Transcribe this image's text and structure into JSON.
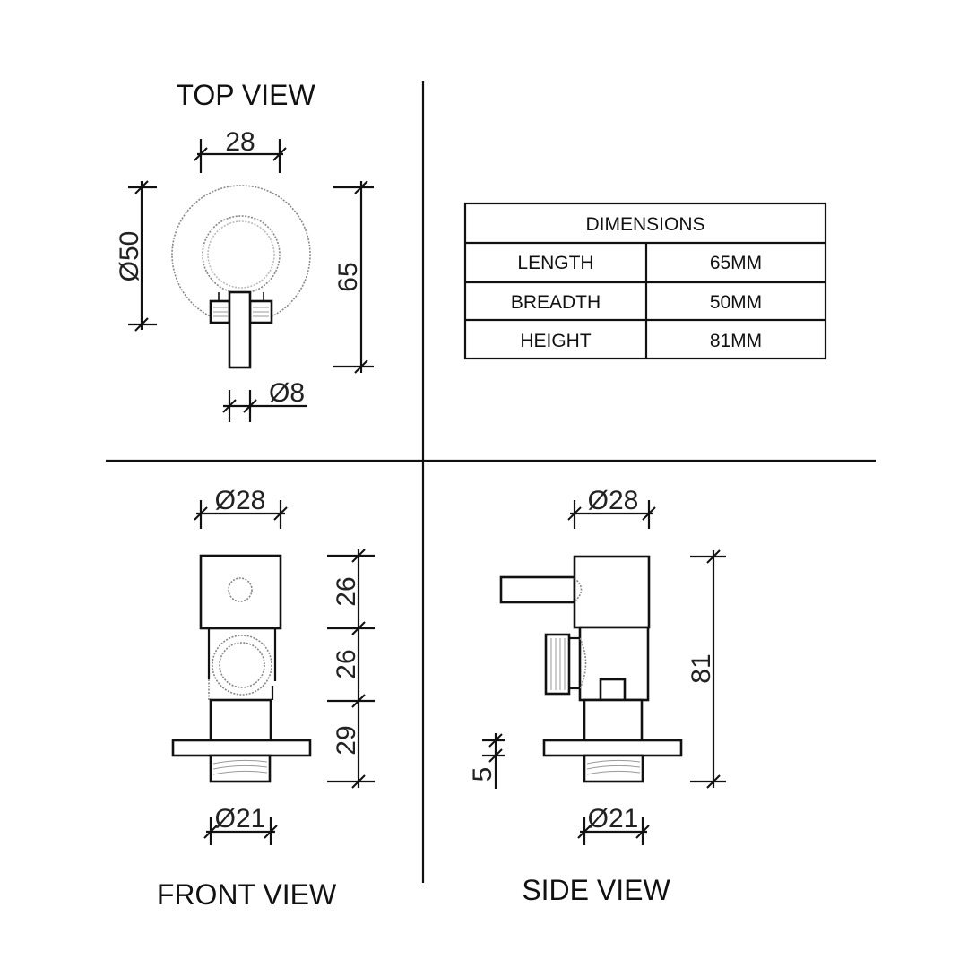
{
  "views": {
    "top": {
      "title": "TOP VIEW",
      "dims": {
        "width": "28",
        "diameter": "Ø50",
        "length": "65",
        "lever_diameter": "Ø8"
      }
    },
    "front": {
      "title": "FRONT VIEW",
      "dims": {
        "top_diameter": "Ø28",
        "h1": "26",
        "h2": "26",
        "h3": "29",
        "bottom_diameter": "Ø21"
      }
    },
    "side": {
      "title": "SIDE VIEW",
      "dims": {
        "top_diameter": "Ø28",
        "height": "81",
        "flange": "5",
        "bottom_diameter": "Ø21"
      }
    }
  },
  "table": {
    "header": "DIMENSIONS",
    "rows": [
      {
        "label": "LENGTH",
        "value": "65MM"
      },
      {
        "label": "BREADTH",
        "value": "50MM"
      },
      {
        "label": "HEIGHT",
        "value": "81MM"
      }
    ]
  }
}
